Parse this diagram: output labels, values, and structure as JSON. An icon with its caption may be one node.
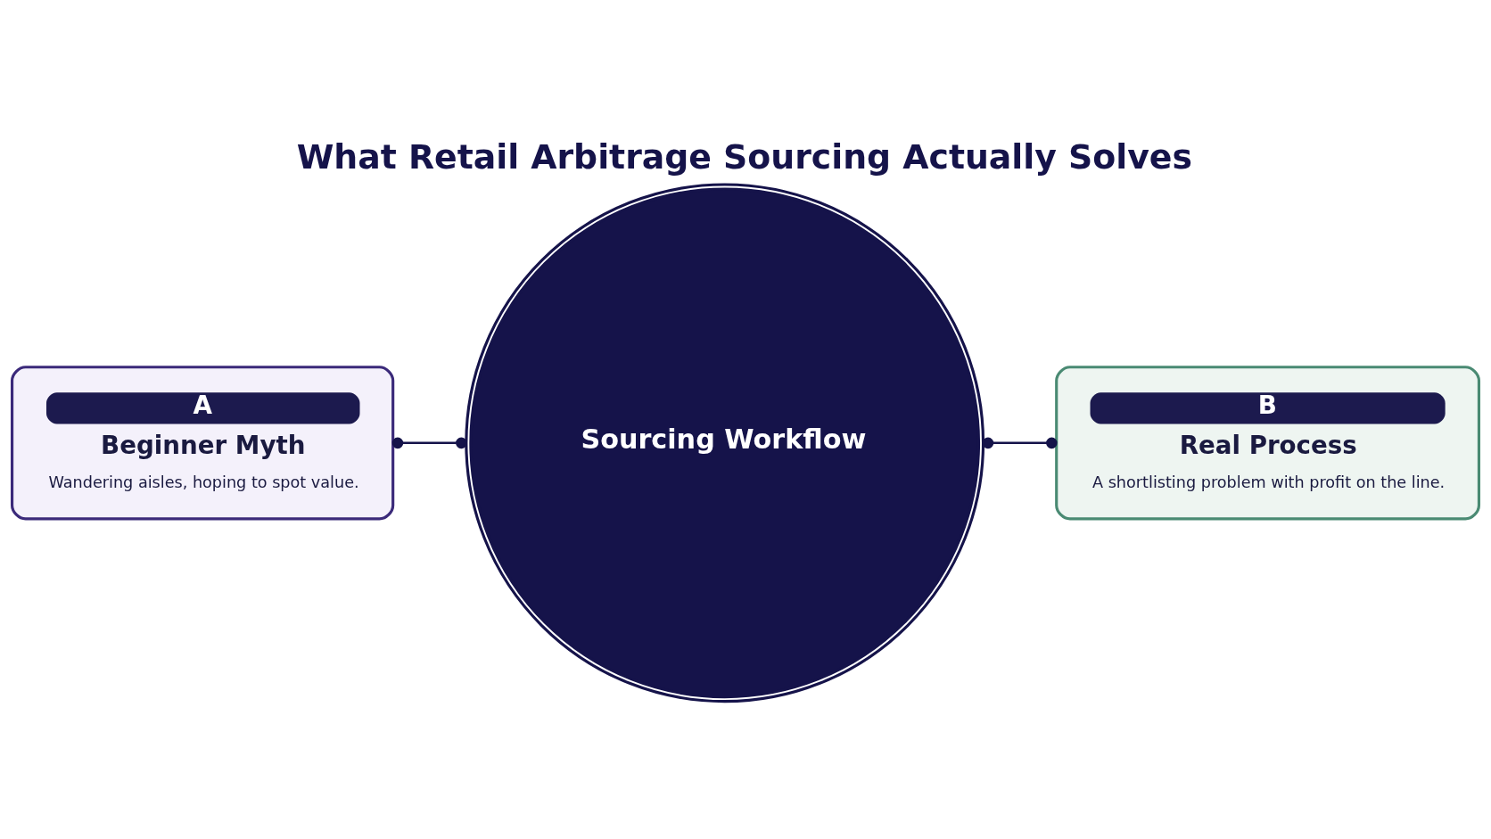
{
  "diagram": {
    "title": "What Retail Arbitrage Sourcing Actually Solves",
    "nodes": [
      {
        "text": [
          "A",
          "Beginner Myth",
          "Wandering aisles, hoping to spot value."
        ]
      },
      {
        "text": [
          "Sourcing Workflow"
        ]
      },
      {
        "text": [
          "B",
          "Real Process",
          "A shortlisting problem with profit on the line."
        ]
      }
    ],
    "edges": [
      {
        "from": 0,
        "to": 1,
        "arrow": "other"
      },
      {
        "from": 1,
        "to": 2,
        "arrow": "other"
      }
    ]
  }
}
